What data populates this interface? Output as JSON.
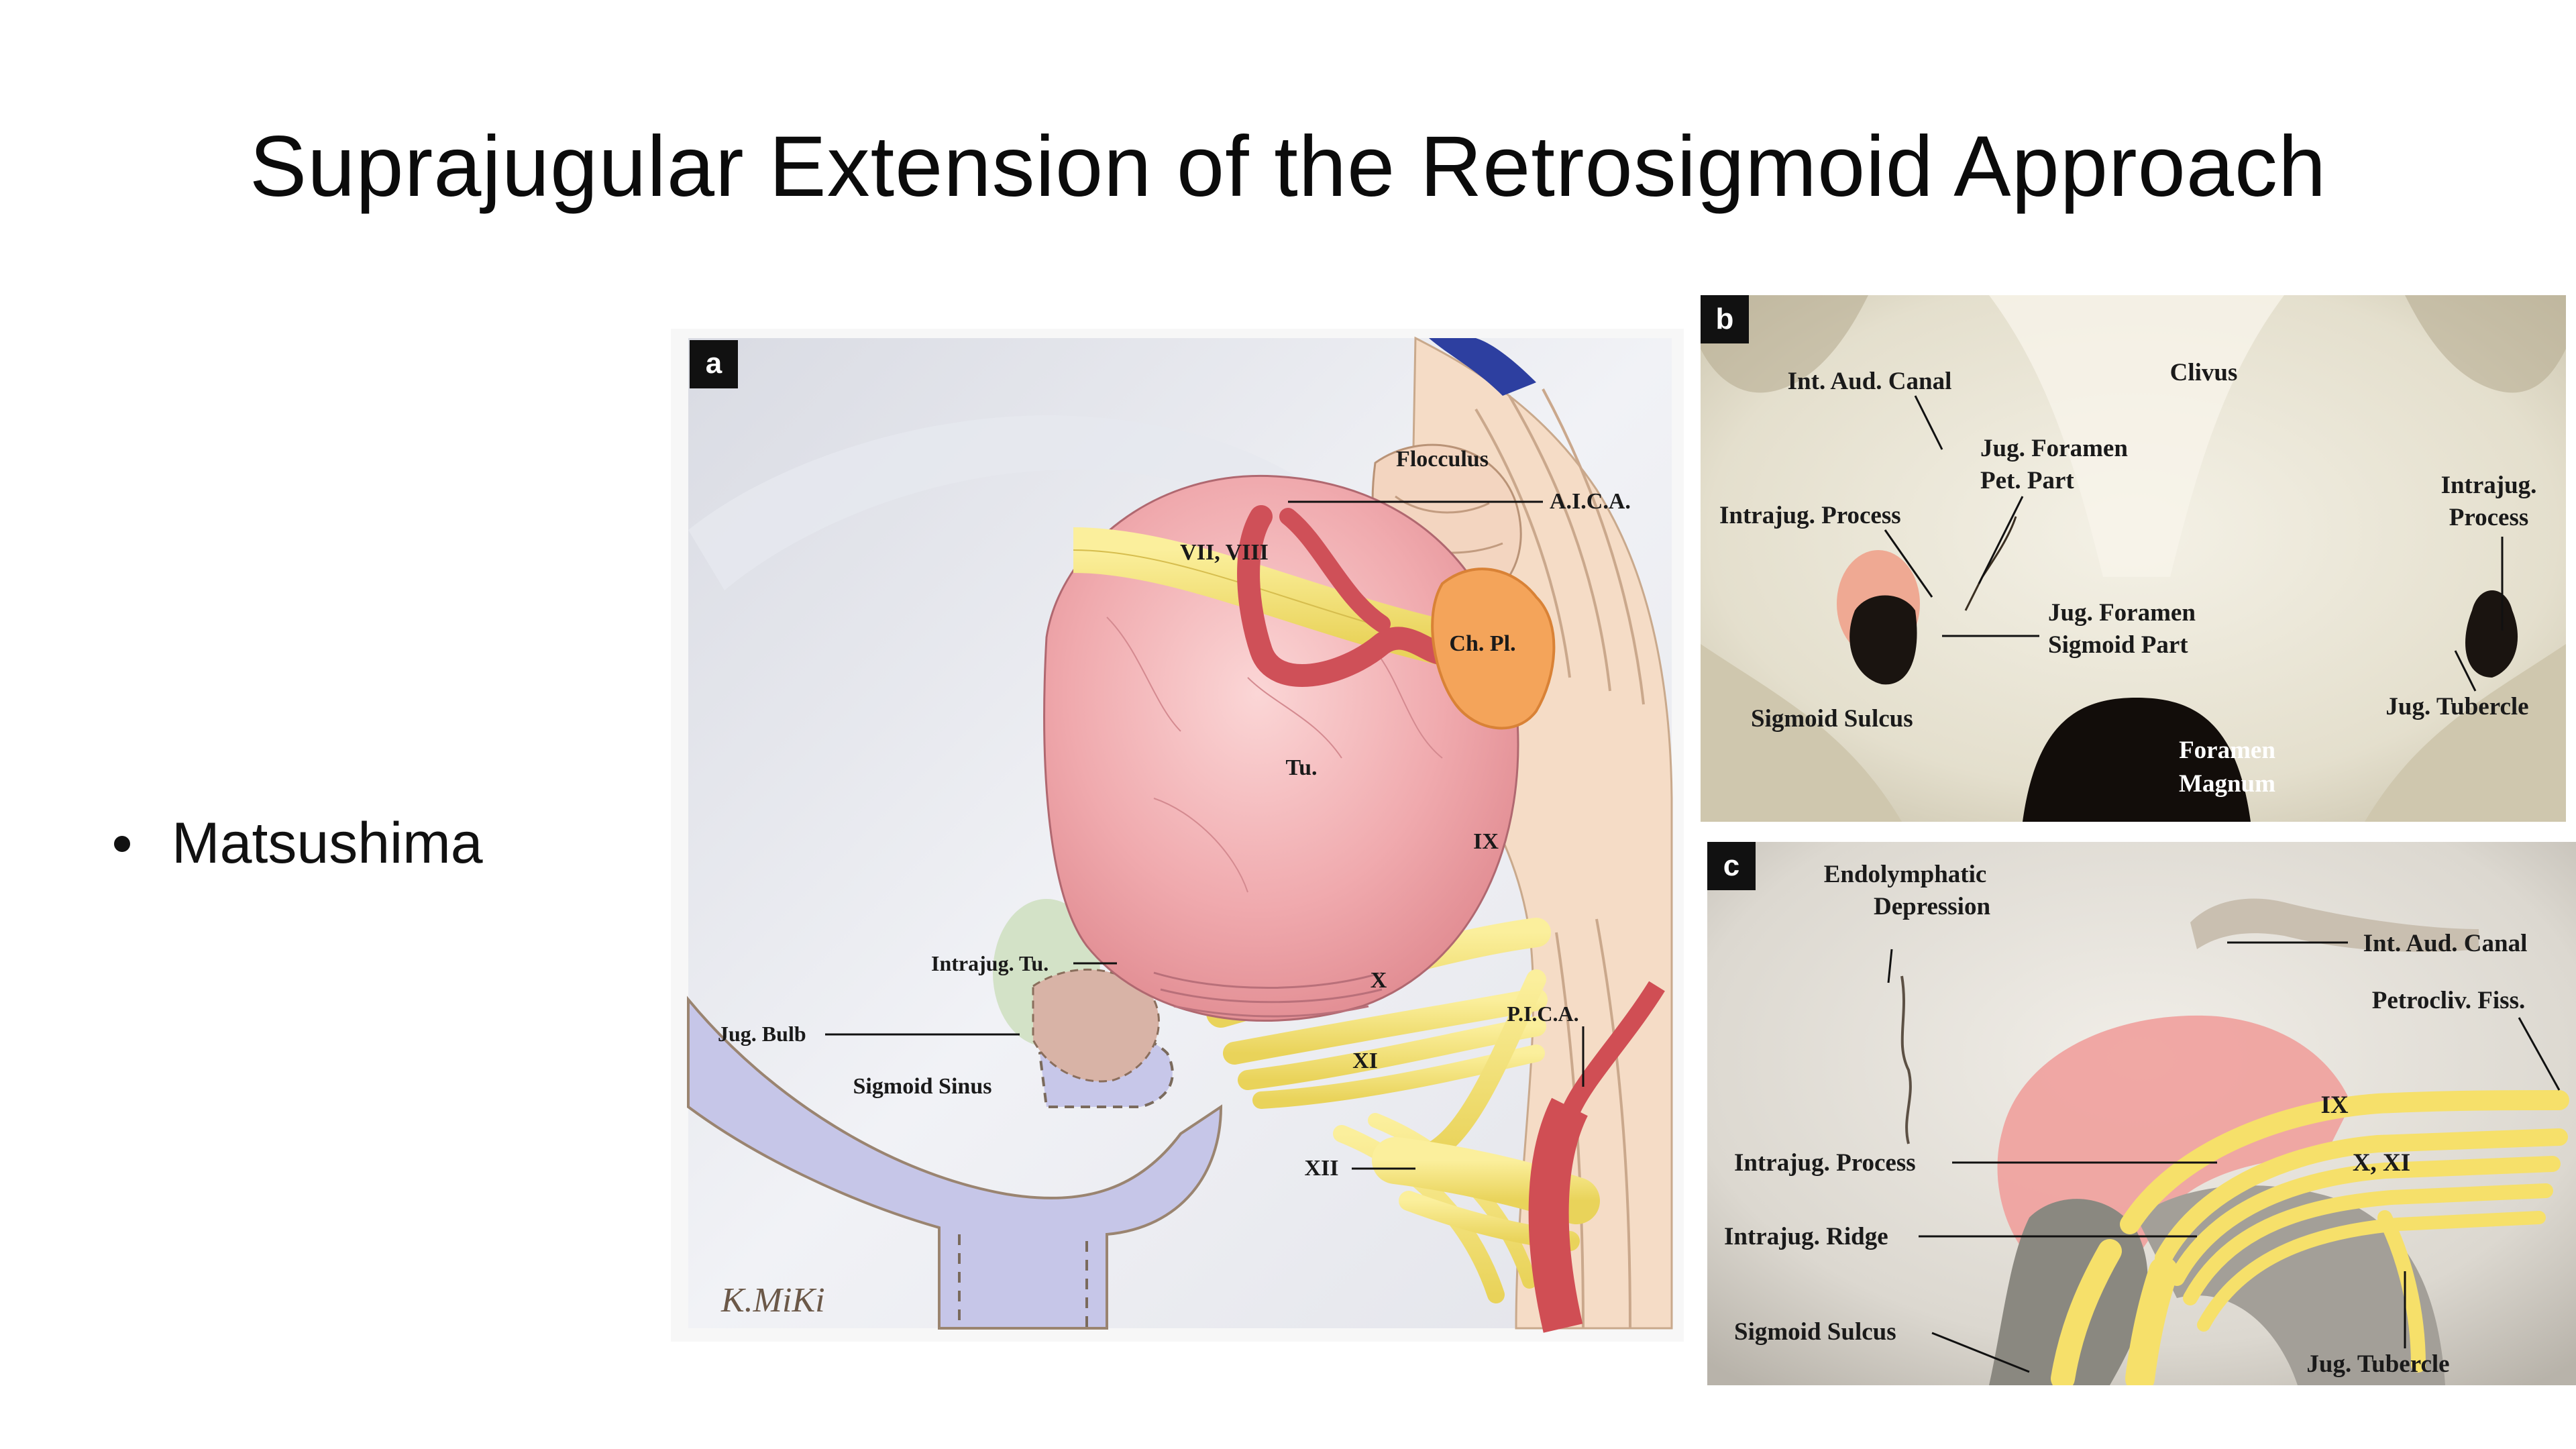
{
  "slide": {
    "title": "Suprajugular Extension of the Retrosigmoid Approach",
    "bullets": [
      "Matsushima"
    ]
  },
  "figure_a": {
    "panel_letter": "a",
    "signature": "K.MiKi",
    "labels": {
      "flocculus": "Flocculus",
      "aica": "A.I.C.A.",
      "vii_viii": "VII, VIII",
      "ch_pl": "Ch. Pl.",
      "tu": "Tu.",
      "ix": "IX",
      "intrajug_tu": "Intrajug. Tu.",
      "x": "X",
      "pica": "P.I.C.A.",
      "jug_bulb": "Jug. Bulb",
      "xi": "XI",
      "sigmoid_sinus": "Sigmoid Sinus",
      "xii": "XII"
    }
  },
  "figure_b": {
    "panel_letter": "b",
    "labels": {
      "int_aud_canal": "Int. Aud. Canal",
      "clivus": "Clivus",
      "jug_foramen_pet_1": "Jug. Foramen",
      "jug_foramen_pet_2": "Pet. Part",
      "intrajug_process_left": "Intrajug. Process",
      "intrajug_process_right_1": "Intrajug.",
      "intrajug_process_right_2": "Process",
      "jug_foramen_sig_1": "Jug. Foramen",
      "jug_foramen_sig_2": "Sigmoid Part",
      "sigmoid_sulcus": "Sigmoid Sulcus",
      "jug_tubercle": "Jug. Tubercle",
      "foramen_magnum_1": "Foramen",
      "foramen_magnum_2": "Magnum"
    }
  },
  "figure_c": {
    "panel_letter": "c",
    "labels": {
      "endolymphatic_1": "Endolymphatic",
      "endolymphatic_2": "Depression",
      "int_aud_canal": "Int. Aud. Canal",
      "petrocliv_fiss": "Petrocliv. Fiss.",
      "ix": "IX",
      "intrajug_process": "Intrajug. Process",
      "x_xi": "X, XI",
      "intrajug_ridge": "Intrajug. Ridge",
      "sigmoid_sulcus": "Sigmoid Sulcus",
      "jug_tubercle": "Jug. Tubercle"
    }
  },
  "colors": {
    "nerve_yellow": "#f4e27a",
    "tumor_pink": "#eea6a8",
    "vessel_red": "#d4545a",
    "sinus_lavender": "#c9c9ec",
    "choroid_orange": "#f4a45a",
    "bone": "#e8e4d6"
  }
}
